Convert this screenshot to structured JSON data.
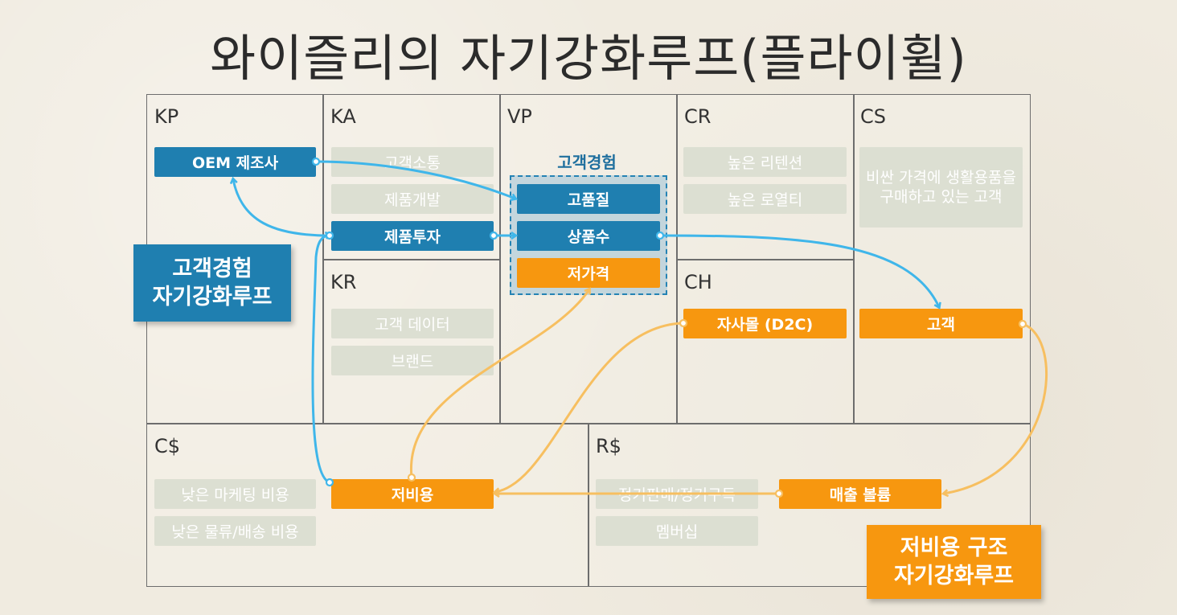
{
  "title": "와이즐리의 자기강화루프(플라이휠)",
  "cells": {
    "kp": "KP",
    "ka": "KA",
    "vp": "VP",
    "cr": "CR",
    "cs": "CS",
    "kr": "KR",
    "ch": "CH",
    "cost": "C$",
    "revenue": "R$"
  },
  "kp_items": {
    "oem": "OEM 제조사"
  },
  "ka_items": {
    "customer_comm": "고객소통",
    "product_dev": "제품개발",
    "product_invest": "제품투자"
  },
  "kr_items": {
    "customer_data": "고객 데이터",
    "brand": "브랜드"
  },
  "vp_items": {
    "heading": "고객경험",
    "quality": "고품질",
    "product_count": "상품수",
    "low_price": "저가격"
  },
  "cr_items": {
    "retention": "높은 리텐션",
    "loyalty": "높은 로열티"
  },
  "cs_items": {
    "segment": "비싼 가격에 생활용품을 구매하고 있는 고객",
    "customer": "고객"
  },
  "ch_items": {
    "d2c": "자사몰 (D2C)"
  },
  "cost_items": {
    "low_marketing": "낮은 마케팅 비용",
    "low_logistics": "낮은 물류/배송 비용",
    "low_cost": "저비용"
  },
  "revenue_items": {
    "subscription": "정기판매/정기구독",
    "membership": "멤버십",
    "sales_volume": "매출 볼륨"
  },
  "callouts": {
    "cx_loop_line1": "고객경험",
    "cx_loop_line2": "자기강화루프",
    "cost_loop_line1": "저비용 구조",
    "cost_loop_line2": "자기강화루프"
  },
  "colors": {
    "blue": "#1f7fb0",
    "orange": "#f7970f",
    "arrow_blue": "#3fb6ea",
    "arrow_orange": "#f7bf60",
    "gray_box": "#dcdfd2"
  }
}
